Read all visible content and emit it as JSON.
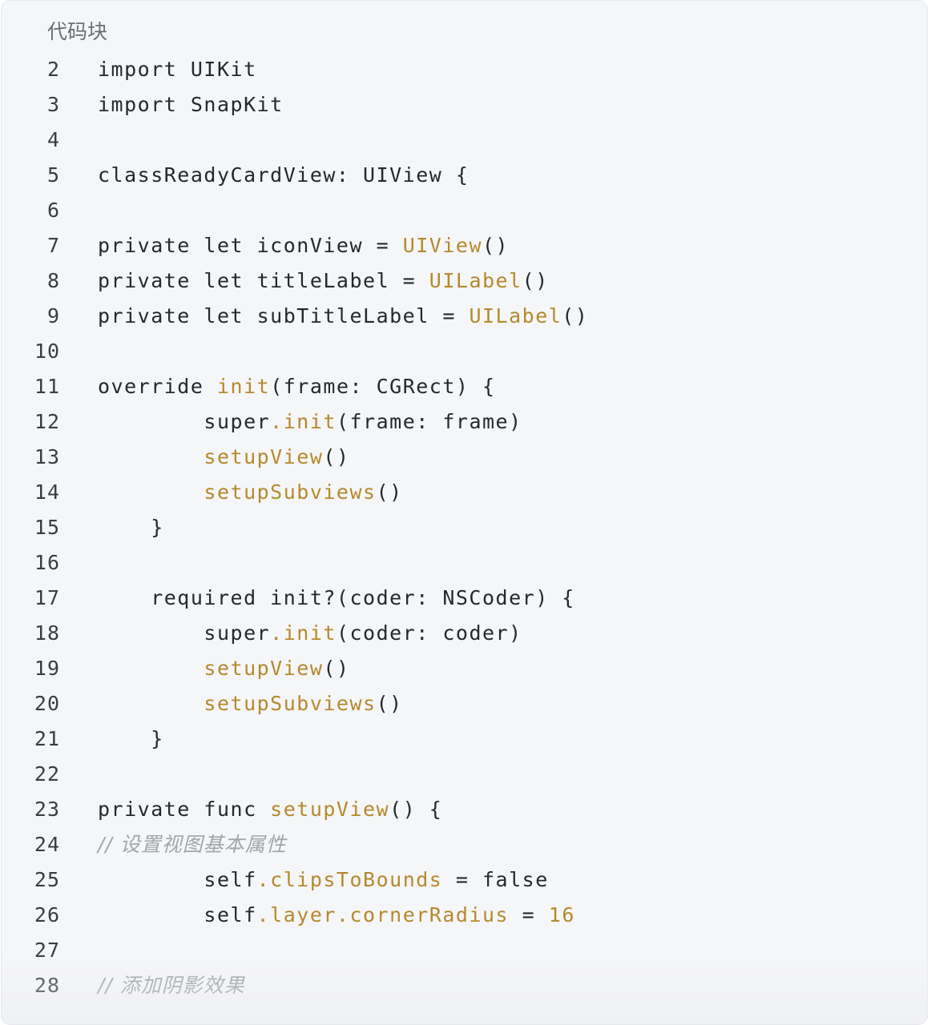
{
  "code_block": {
    "language_label": "代码块",
    "lines": [
      {
        "n": "2",
        "tokens": [
          {
            "t": "import UIKit",
            "c": "plain"
          }
        ]
      },
      {
        "n": "3",
        "tokens": [
          {
            "t": "import SnapKit",
            "c": "plain"
          }
        ]
      },
      {
        "n": "4",
        "tokens": []
      },
      {
        "n": "5",
        "tokens": [
          {
            "t": "classReadyCardView: UIView {",
            "c": "plain"
          }
        ]
      },
      {
        "n": "6",
        "tokens": []
      },
      {
        "n": "7",
        "tokens": [
          {
            "t": "private let iconView = ",
            "c": "plain"
          },
          {
            "t": "UIView",
            "c": "fn"
          },
          {
            "t": "()",
            "c": "plain"
          }
        ]
      },
      {
        "n": "8",
        "tokens": [
          {
            "t": "private let titleLabel = ",
            "c": "plain"
          },
          {
            "t": "UILabel",
            "c": "fn"
          },
          {
            "t": "()",
            "c": "plain"
          }
        ]
      },
      {
        "n": "9",
        "tokens": [
          {
            "t": "private let subTitleLabel = ",
            "c": "plain"
          },
          {
            "t": "UILabel",
            "c": "fn"
          },
          {
            "t": "()",
            "c": "plain"
          }
        ]
      },
      {
        "n": "10",
        "tokens": []
      },
      {
        "n": "11",
        "tokens": [
          {
            "t": "override ",
            "c": "plain"
          },
          {
            "t": "init",
            "c": "fn"
          },
          {
            "t": "(frame: CGRect) {",
            "c": "plain"
          }
        ]
      },
      {
        "n": "12",
        "tokens": [
          {
            "t": "        super",
            "c": "plain"
          },
          {
            "t": ".init",
            "c": "fn"
          },
          {
            "t": "(frame: frame)",
            "c": "plain"
          }
        ]
      },
      {
        "n": "13",
        "tokens": [
          {
            "t": "        ",
            "c": "plain"
          },
          {
            "t": "setupView",
            "c": "fn"
          },
          {
            "t": "()",
            "c": "plain"
          }
        ]
      },
      {
        "n": "14",
        "tokens": [
          {
            "t": "        ",
            "c": "plain"
          },
          {
            "t": "setupSubviews",
            "c": "fn"
          },
          {
            "t": "()",
            "c": "plain"
          }
        ]
      },
      {
        "n": "15",
        "tokens": [
          {
            "t": "    }",
            "c": "plain"
          }
        ]
      },
      {
        "n": "16",
        "tokens": []
      },
      {
        "n": "17",
        "tokens": [
          {
            "t": "    required init?(coder: NSCoder) {",
            "c": "plain"
          }
        ]
      },
      {
        "n": "18",
        "tokens": [
          {
            "t": "        super",
            "c": "plain"
          },
          {
            "t": ".init",
            "c": "fn"
          },
          {
            "t": "(coder: coder)",
            "c": "plain"
          }
        ]
      },
      {
        "n": "19",
        "tokens": [
          {
            "t": "        ",
            "c": "plain"
          },
          {
            "t": "setupView",
            "c": "fn"
          },
          {
            "t": "()",
            "c": "plain"
          }
        ]
      },
      {
        "n": "20",
        "tokens": [
          {
            "t": "        ",
            "c": "plain"
          },
          {
            "t": "setupSubviews",
            "c": "fn"
          },
          {
            "t": "()",
            "c": "plain"
          }
        ]
      },
      {
        "n": "21",
        "tokens": [
          {
            "t": "    }",
            "c": "plain"
          }
        ]
      },
      {
        "n": "22",
        "tokens": []
      },
      {
        "n": "23",
        "tokens": [
          {
            "t": "private func ",
            "c": "plain"
          },
          {
            "t": "setupView",
            "c": "fn"
          },
          {
            "t": "() {",
            "c": "plain"
          }
        ]
      },
      {
        "n": "24",
        "tokens": [
          {
            "t": "// 设置视图基本属性",
            "c": "comment"
          }
        ]
      },
      {
        "n": "25",
        "tokens": [
          {
            "t": "        self",
            "c": "plain"
          },
          {
            "t": ".clipsToBounds",
            "c": "fn"
          },
          {
            "t": " = false",
            "c": "plain"
          }
        ]
      },
      {
        "n": "26",
        "tokens": [
          {
            "t": "        self",
            "c": "plain"
          },
          {
            "t": ".layer.cornerRadius",
            "c": "fn"
          },
          {
            "t": " = ",
            "c": "plain"
          },
          {
            "t": "16",
            "c": "fn"
          }
        ]
      },
      {
        "n": "27",
        "tokens": []
      },
      {
        "n": "28",
        "tokens": [
          {
            "t": "// 添加阴影效果",
            "c": "comment"
          }
        ]
      }
    ]
  },
  "colors": {
    "background": "#f5f6f8",
    "text": "#24292e",
    "function": "#b58a2c",
    "comment": "#a2a5aa",
    "line_number": "#3a3d42"
  }
}
